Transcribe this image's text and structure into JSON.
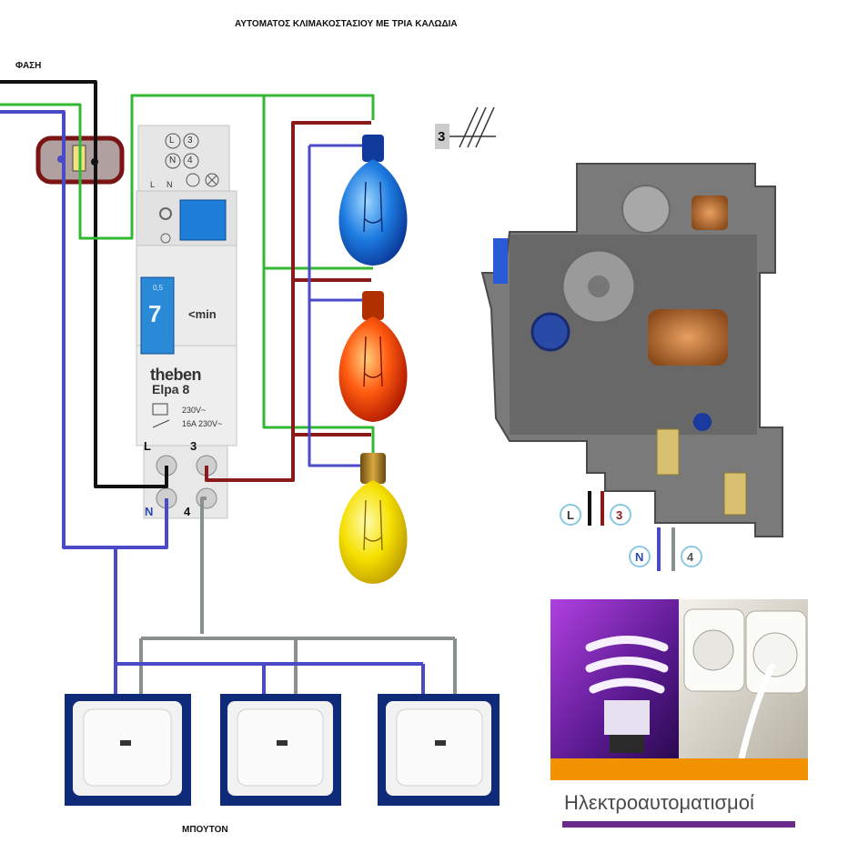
{
  "title": "ΑΥΤΟΜΑΤΟΣ ΚΛΙΜΑΚΟΣΤΑΣΙΟΥ ΜΕ ΤΡΙΑ ΚΑΛΩΔΙΑ",
  "phase_label": "ΦΑΣΗ",
  "buttons_label": "ΜΠΟΥΤΟΝ",
  "cable_count": "3",
  "device": {
    "brand": "theben",
    "model": "Elpa 8",
    "time_value": "7",
    "time_unit": "<min",
    "dial_top": "0,5",
    "rating_1": "230V~",
    "rating_2": "16A 230V~",
    "face_symbols": [
      "L",
      "3",
      "N",
      "4",
      "L",
      "N"
    ],
    "terminals": {
      "L": "L",
      "3": "3",
      "N": "N",
      "4": "4"
    }
  },
  "photo_terminals": [
    "L",
    "3",
    "N",
    "4"
  ],
  "logo_text": "Ηλεκτροαυτοματισμοί",
  "colors": {
    "phase": "#111111",
    "neutral": "#4a4ac8",
    "control": "#8a9090",
    "lamp_feed": "#8b1a1a",
    "earth": "#33b833",
    "brand_orange": "#f39200",
    "brand_purple": "#6a2a8c"
  }
}
